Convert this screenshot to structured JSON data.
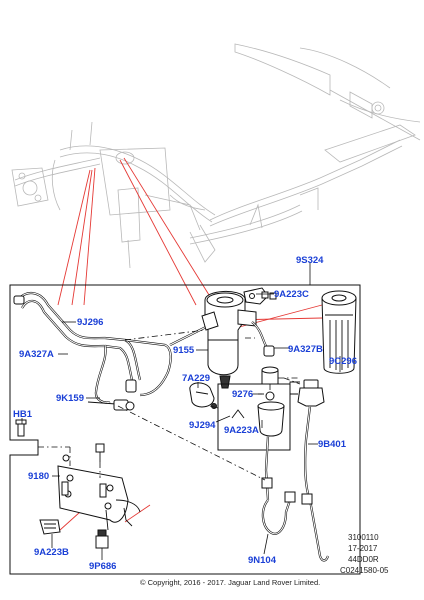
{
  "callouts": {
    "c_9S324": "9S324",
    "c_9J296": "9J296",
    "c_9A223C": "9A223C",
    "c_9A327A": "9A327A",
    "c_9155": "9155",
    "c_9A327B": "9A327B",
    "c_9C296": "9C296",
    "c_7A229": "7A229",
    "c_9K159": "9K159",
    "c_9276": "9276",
    "c_HB1": "HB1",
    "c_9J294": "9J294",
    "c_9A223A": "9A223A",
    "c_9B401": "9B401",
    "c_9180": "9180",
    "c_9A223B": "9A223B",
    "c_9N104": "9N104",
    "c_9P686": "9P686"
  },
  "meta": {
    "line1": "3100110",
    "line2": "17-2017",
    "line3": "44DD0R",
    "line4": "C0241580-05"
  },
  "copyright": "© Copyright, 2016 - 2017. Jaguar Land Rover Limited.",
  "colors": {
    "callout": "#1a3fd6",
    "leader_red": "#e53935",
    "ghost": "#b8b8b8"
  }
}
